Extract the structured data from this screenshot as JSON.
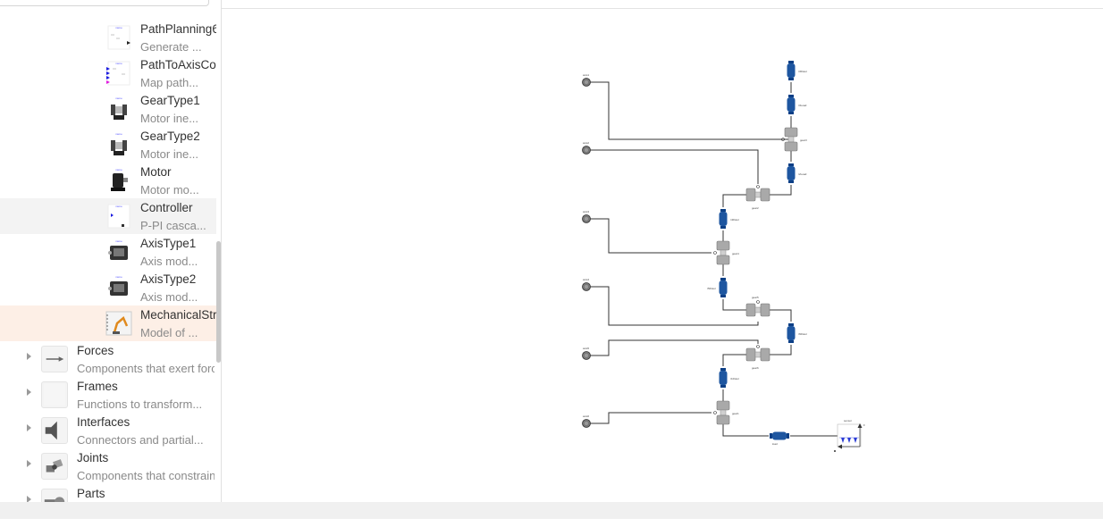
{
  "sidebar": {
    "children": [
      {
        "title": "PathPlanning6",
        "desc": "Generate ...",
        "icon": "path-planning-icon"
      },
      {
        "title": "PathToAxisControl",
        "desc": "Map path...",
        "icon": "path-to-axis-icon"
      },
      {
        "title": "GearType1",
        "desc": "Motor ine...",
        "icon": "gear-type-icon"
      },
      {
        "title": "GearType2",
        "desc": "Motor ine...",
        "icon": "gear-type-icon"
      },
      {
        "title": "Motor",
        "desc": "Motor mo...",
        "icon": "motor-icon"
      },
      {
        "title": "Controller",
        "desc": "P-PI casca...",
        "icon": "controller-icon"
      },
      {
        "title": "AxisType1",
        "desc": "Axis mod...",
        "icon": "axis-type-icon"
      },
      {
        "title": "AxisType2",
        "desc": "Axis mod...",
        "icon": "axis-type-icon"
      },
      {
        "title": "MechanicalStructure",
        "desc": "Model of ...",
        "icon": "mechanical-structure-icon"
      }
    ],
    "groups": [
      {
        "title": "Forces",
        "desc": "Components that exert forces...",
        "icon": "forces-icon"
      },
      {
        "title": "Frames",
        "desc": "Functions to transform...",
        "icon": "frames-icon"
      },
      {
        "title": "Interfaces",
        "desc": "Connectors and partial...",
        "icon": "interfaces-icon"
      },
      {
        "title": "Joints",
        "desc": "Components that constrain...",
        "icon": "joints-icon"
      },
      {
        "title": "Parts",
        "desc": "",
        "icon": "parts-icon"
      }
    ]
  },
  "colors": {
    "selected_bg": "#fdefe6",
    "hover_bg": "#f3f3f3",
    "inertia_blue": "#1e56a0",
    "gear_gray": "#a9a9a9",
    "wire": "#333333"
  },
  "canvas": {
    "sources": [
      {
        "label": "axis1"
      },
      {
        "label": "axis2"
      },
      {
        "label": "axis3"
      },
      {
        "label": "axis4"
      },
      {
        "label": "axis5"
      },
      {
        "label": "axis6"
      }
    ],
    "inertias": [
      {
        "label": "r3Rotor"
      },
      {
        "label": "r3Load"
      },
      {
        "label": "r2Load"
      },
      {
        "label": "r4Rotor"
      },
      {
        "label": "r5Rotor"
      },
      {
        "label": "r6Rotor"
      },
      {
        "label": "r1Rotor"
      },
      {
        "label": "load"
      }
    ],
    "gears": [
      {
        "label": "gear3"
      },
      {
        "label": "gear2"
      },
      {
        "label": "gear4"
      },
      {
        "label": "gear5"
      },
      {
        "label": "gear6"
      },
      {
        "label": "gear1"
      }
    ],
    "force_label": "F",
    "sensor_label": "sensor"
  }
}
